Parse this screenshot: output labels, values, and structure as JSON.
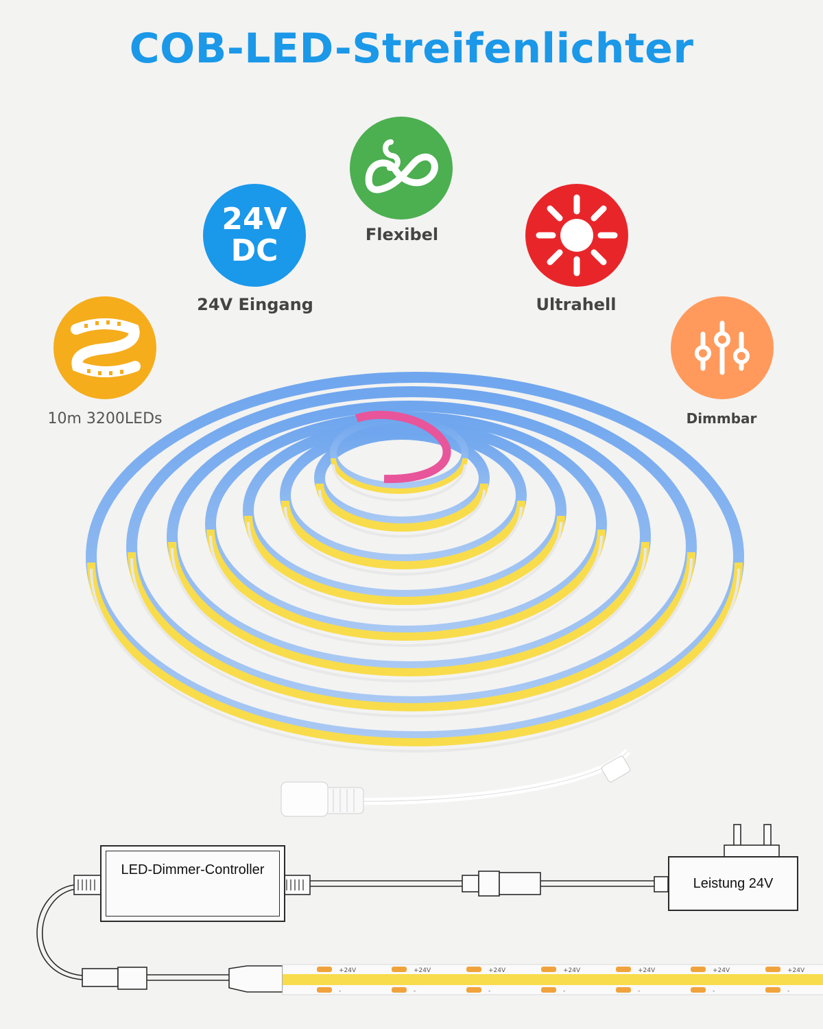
{
  "title": "COB-LED-Streifenlichter",
  "colors": {
    "title": "#1b98e8",
    "voltage_circle": "#1a98ea",
    "flexible_circle": "#4caf50",
    "bright_circle": "#e8262a",
    "length_circle": "#f5ad1c",
    "dimmable_circle": "#ff9a5c",
    "strip_yellow": "#f8dc4c",
    "strip_back": "#7aaef0"
  },
  "features": [
    {
      "id": "length",
      "icon": "led-strip-icon",
      "label": "10m 3200LEDs"
    },
    {
      "id": "voltage",
      "icon": "voltage-badge",
      "badge_line1": "24V",
      "badge_line2": "DC",
      "label": "24V Eingang"
    },
    {
      "id": "flexible",
      "icon": "infinity-bend-icon",
      "label": "Flexibel"
    },
    {
      "id": "bright",
      "icon": "sun-icon",
      "label": "Ultrahell"
    },
    {
      "id": "dimmable",
      "icon": "slider-icon",
      "label": "Dimmbar"
    }
  ],
  "diagram": {
    "controller_label": "LED-Dimmer-Controller",
    "power_label": "Leistung 24V",
    "strip_marking": "+24V",
    "strip_minus": "-"
  }
}
